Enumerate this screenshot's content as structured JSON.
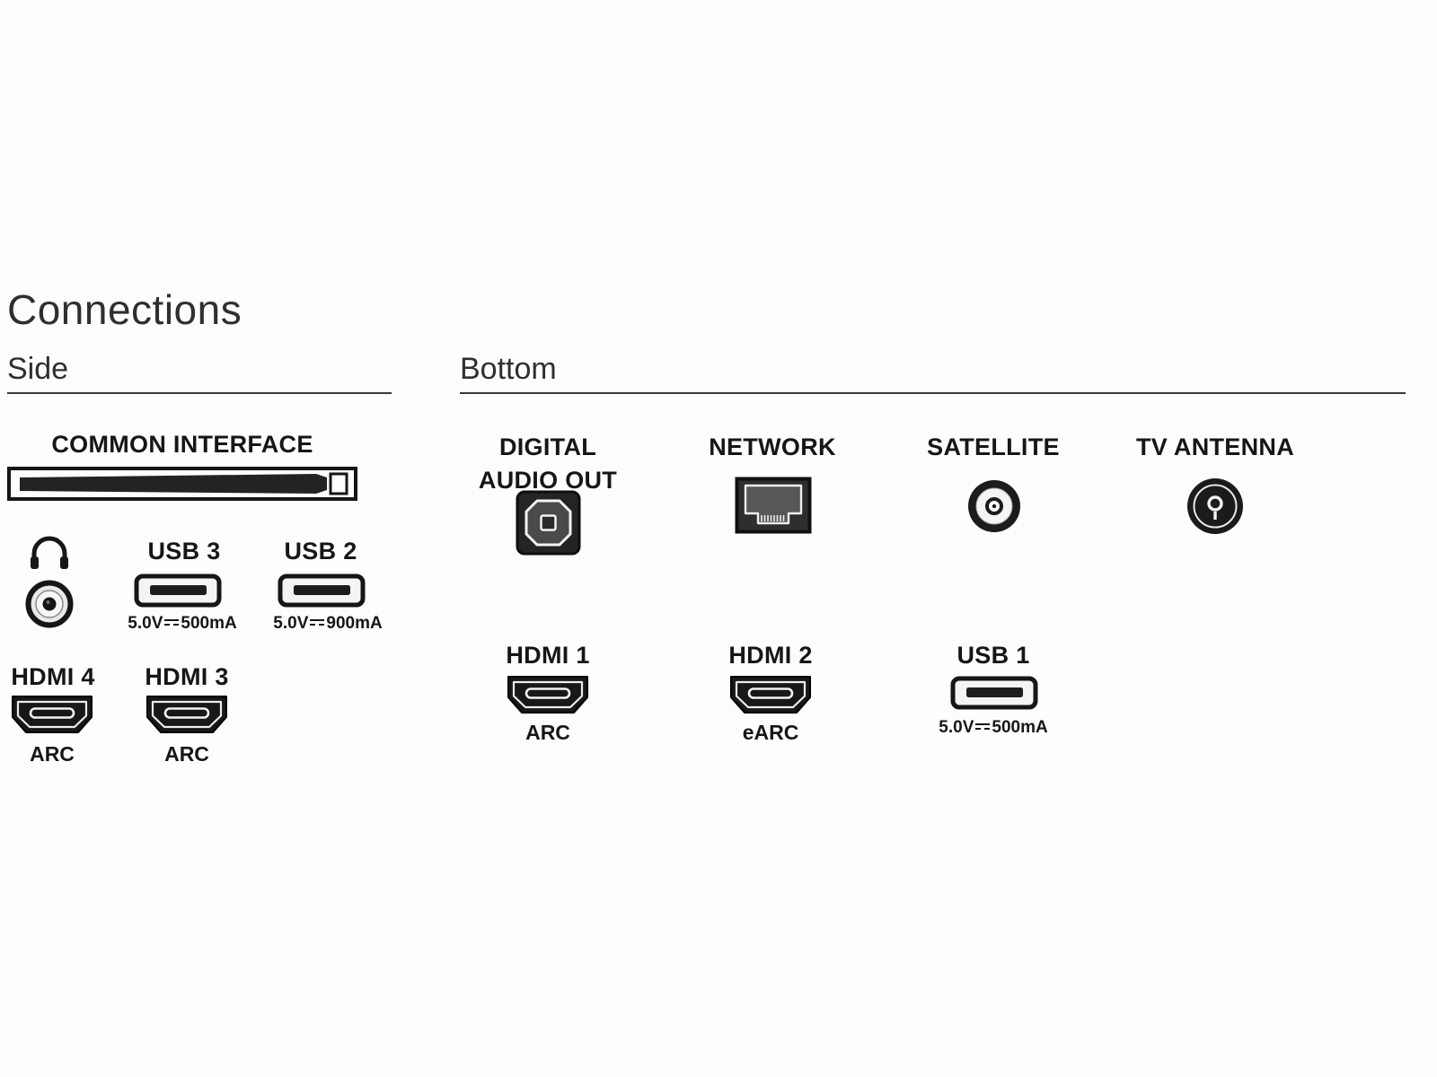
{
  "title": "Connections",
  "sections": {
    "side": "Side",
    "bottom": "Bottom"
  },
  "side": {
    "common_interface": {
      "label": "COMMON INTERFACE"
    },
    "usb3": {
      "label": "USB 3",
      "volts": "5.0V",
      "amps": "500mA"
    },
    "usb2": {
      "label": "USB 2",
      "volts": "5.0V",
      "amps": "900mA"
    },
    "hdmi4": {
      "label": "HDMI 4",
      "sub": "ARC"
    },
    "hdmi3": {
      "label": "HDMI 3",
      "sub": "ARC"
    }
  },
  "bottom": {
    "digital_audio_out": {
      "label_line1": "DIGITAL",
      "label_line2": "AUDIO OUT"
    },
    "network": {
      "label": "NETWORK"
    },
    "satellite": {
      "label": "SATELLITE"
    },
    "tv_antenna": {
      "label": "TV ANTENNA"
    },
    "hdmi1": {
      "label": "HDMI 1",
      "sub": "ARC"
    },
    "hdmi2": {
      "label": "HDMI 2",
      "sub": "eARC"
    },
    "usb1": {
      "label": "USB 1",
      "volts": "5.0V",
      "amps": "500mA"
    }
  }
}
